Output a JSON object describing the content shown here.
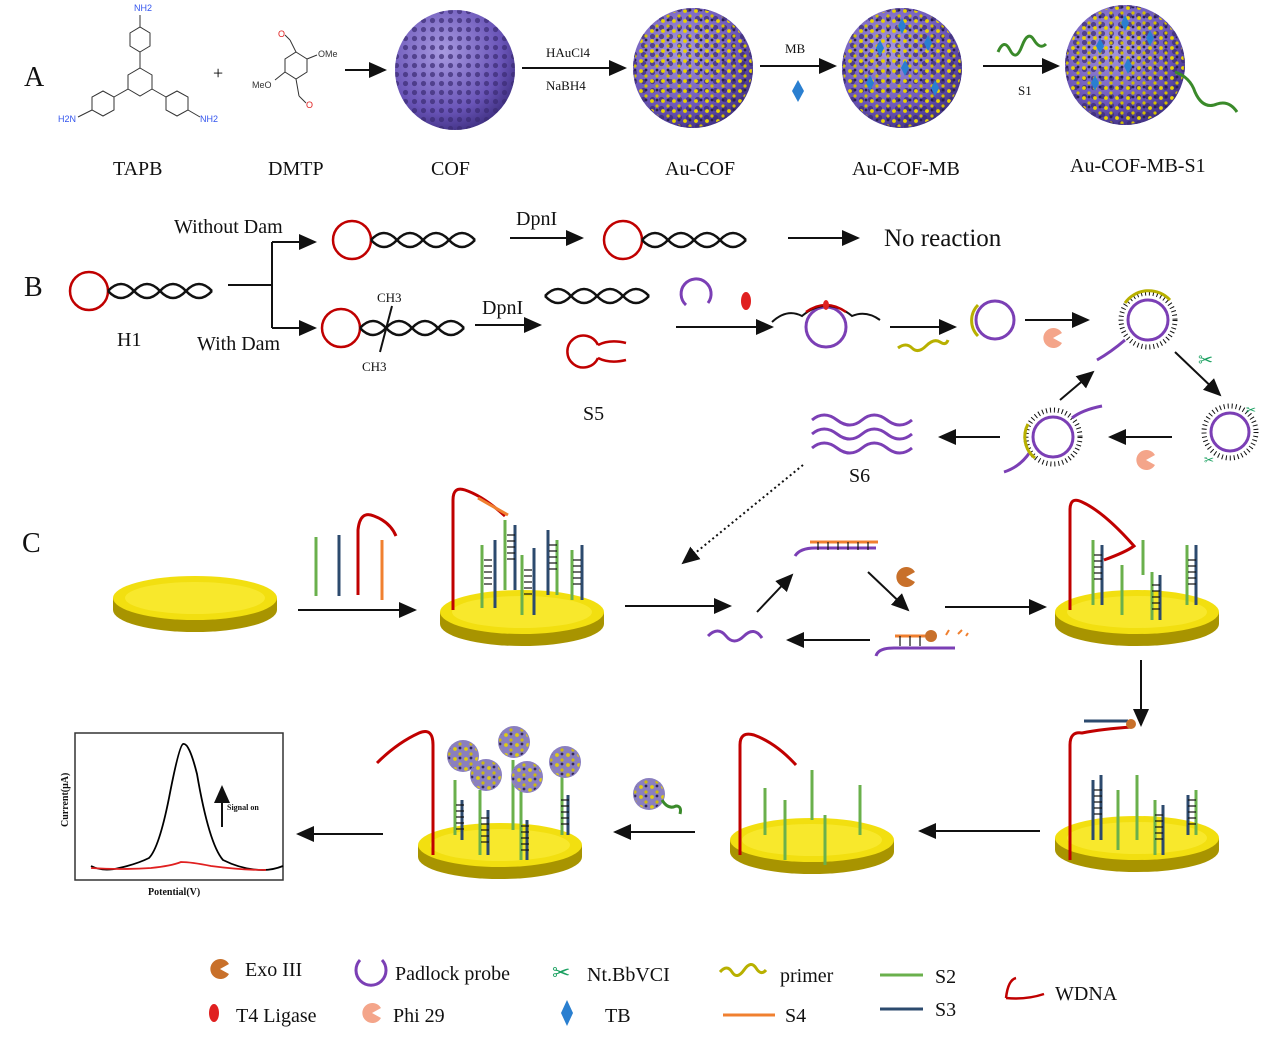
{
  "panels": {
    "a": "A",
    "b": "B",
    "c": "C"
  },
  "section_a": {
    "reagents": {
      "nh2": "NH2",
      "h2n": "H2N",
      "ome": "OMe",
      "meo": "MeO",
      "o": "O"
    },
    "plus": "+",
    "step1_top": "HAuCl4",
    "step1_bottom": "NaBH4",
    "step2_top": "MB",
    "step3_bottom": "S1",
    "labels": [
      "TAPB",
      "DMTP",
      "COF",
      "Au-COF",
      "Au-COF-MB",
      "Au-COF-MB-S1"
    ]
  },
  "section_b": {
    "h1": "H1",
    "without_dam": "Without Dam",
    "with_dam": "With Dam",
    "dpni_1": "DpnI",
    "dpni_2": "DpnI",
    "no_reaction": "No reaction",
    "ch3_top": "CH3",
    "ch3_bottom": "CH3",
    "s5": "S5",
    "s6": "S6"
  },
  "inset_chart": {
    "ylabel": "Current(μA)",
    "xlabel": "Potential(V)",
    "annotation": "Signal on",
    "series_colors": {
      "signal_on": "#000000",
      "blank": "#e02020"
    }
  },
  "legend": [
    {
      "label": "Exo III",
      "icon": "pacman-icon",
      "color": "#c8702a"
    },
    {
      "label": "T4 Ligase",
      "icon": "oval-icon",
      "color": "#e02020"
    },
    {
      "label": "Padlock probe",
      "icon": "open-circle-icon",
      "color": "#7b3fb5"
    },
    {
      "label": "Phi 29",
      "icon": "pacman-icon",
      "color": "#f4a58a"
    },
    {
      "label": "Nt.BbVCI",
      "icon": "scissors-icon",
      "color": "#1aa060"
    },
    {
      "label": "TB",
      "icon": "diamond-icon",
      "color": "#2a7fd0"
    },
    {
      "label": "primer",
      "icon": "wave-icon",
      "color": "#b8b000"
    },
    {
      "label": "S4",
      "icon": "line-icon",
      "color": "#f08030"
    },
    {
      "label": "S2",
      "icon": "line-icon",
      "color": "#6ab04c"
    },
    {
      "label": "S3",
      "icon": "line-icon",
      "color": "#2c4a6e"
    },
    {
      "label": "WDNA",
      "icon": "hook-icon",
      "color": "#c00000"
    }
  ]
}
